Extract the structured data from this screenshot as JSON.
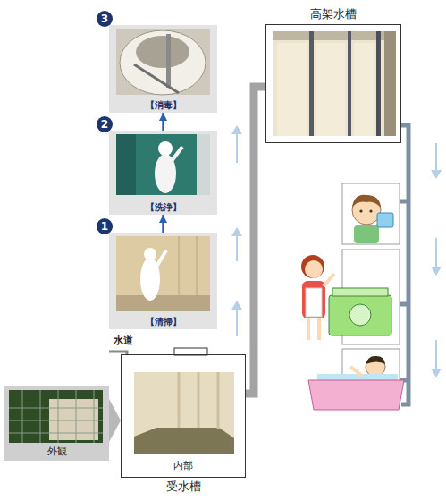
{
  "diagram": {
    "nodes": [
      {
        "text": [
          "【消毒】"
        ]
      },
      {
        "text": [
          "高架水槽"
        ]
      },
      {
        "text": [
          "【洗浄】"
        ]
      },
      {
        "text": [
          "【清掃】"
        ]
      },
      {
        "text": [
          "外観"
        ]
      },
      {
        "text": [
          "内部",
          "受水槽"
        ]
      }
    ],
    "edges": [
      {
        "from": 3,
        "to": 2,
        "arrow": "to"
      },
      {
        "from": 2,
        "to": 0,
        "arrow": "to"
      },
      {
        "from": 4,
        "to": 5,
        "arrow": "to"
      },
      {
        "from": 5,
        "to": 1,
        "arrow": "none"
      }
    ],
    "labels": [
      "3",
      "2",
      "1",
      "水道"
    ]
  }
}
